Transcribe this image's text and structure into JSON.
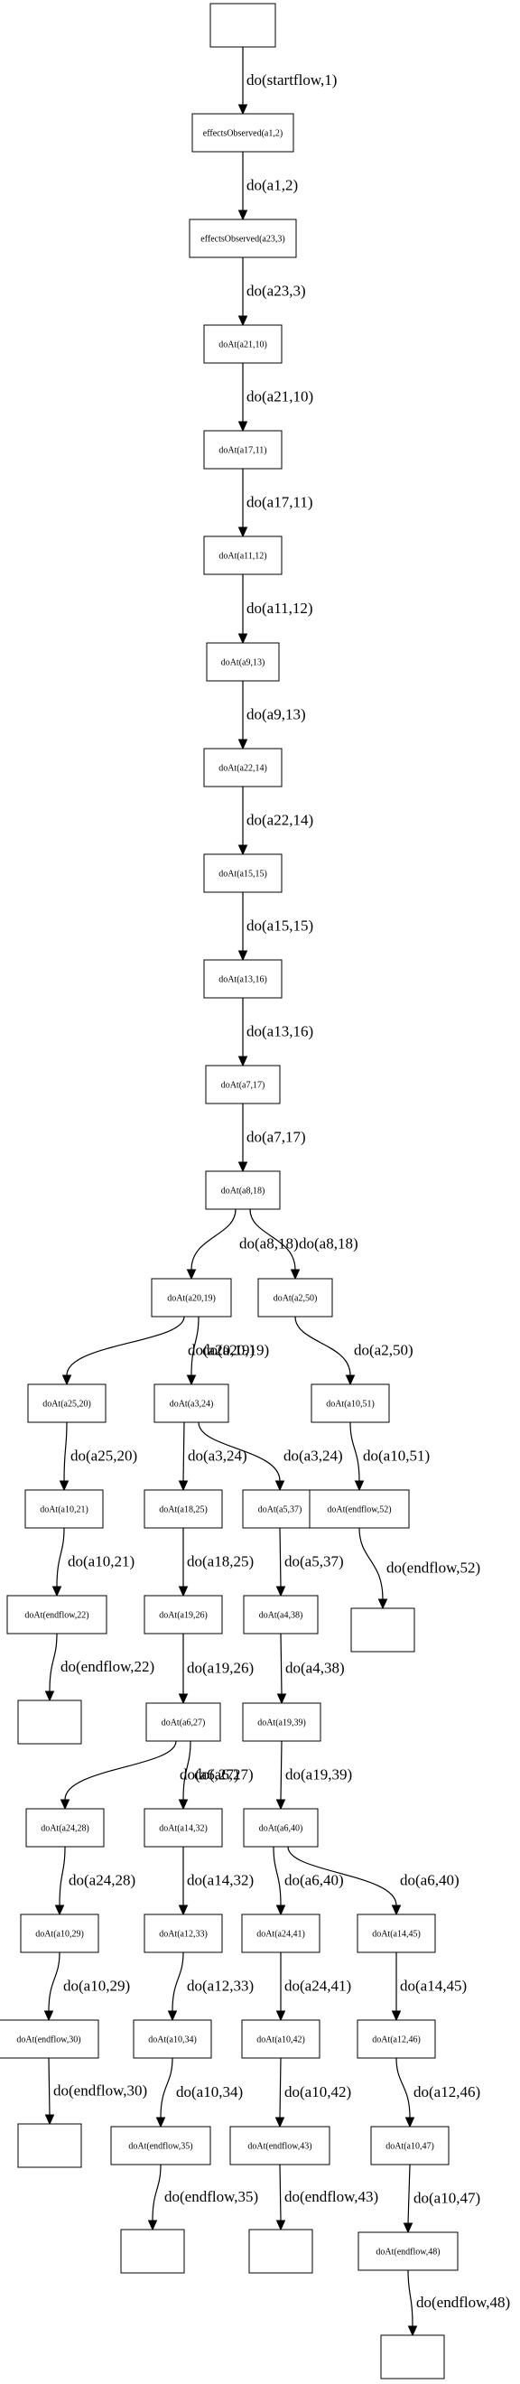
{
  "graph": {
    "colors": {
      "stroke": "#000000",
      "fill": "#ffffff",
      "text": "#000000"
    },
    "nodes": [
      {
        "id": "start",
        "label": ""
      },
      {
        "id": "eo1",
        "label": "effectsObserved(a1,2)"
      },
      {
        "id": "eo2",
        "label": "effectsObserved(a23,3)"
      },
      {
        "id": "n10",
        "label": "doAt(a21,10)"
      },
      {
        "id": "n11",
        "label": "doAt(a17,11)"
      },
      {
        "id": "n12",
        "label": "doAt(a11,12)"
      },
      {
        "id": "n13",
        "label": "doAt(a9,13)"
      },
      {
        "id": "n14",
        "label": "doAt(a22,14)"
      },
      {
        "id": "n15",
        "label": "doAt(a15,15)"
      },
      {
        "id": "n16",
        "label": "doAt(a13,16)"
      },
      {
        "id": "n17",
        "label": "doAt(a7,17)"
      },
      {
        "id": "n18",
        "label": "doAt(a8,18)"
      },
      {
        "id": "n19",
        "label": "doAt(a20,19)"
      },
      {
        "id": "n50",
        "label": "doAt(a2,50)"
      },
      {
        "id": "n20",
        "label": "doAt(a25,20)"
      },
      {
        "id": "n24",
        "label": "doAt(a3,24)"
      },
      {
        "id": "n51",
        "label": "doAt(a10,51)"
      },
      {
        "id": "n21",
        "label": "doAt(a10,21)"
      },
      {
        "id": "n25",
        "label": "doAt(a18,25)"
      },
      {
        "id": "n37",
        "label": "doAt(a5,37)"
      },
      {
        "id": "n52",
        "label": "doAt(endflow,52)"
      },
      {
        "id": "n22",
        "label": "doAt(endflow,22)"
      },
      {
        "id": "n26",
        "label": "doAt(a19,26)"
      },
      {
        "id": "n38",
        "label": "doAt(a4,38)"
      },
      {
        "id": "e52",
        "label": ""
      },
      {
        "id": "e22",
        "label": ""
      },
      {
        "id": "n27",
        "label": "doAt(a6,27)"
      },
      {
        "id": "n39",
        "label": "doAt(a19,39)"
      },
      {
        "id": "n28",
        "label": "doAt(a24,28)"
      },
      {
        "id": "n32",
        "label": "doAt(a14,32)"
      },
      {
        "id": "n40",
        "label": "doAt(a6,40)"
      },
      {
        "id": "n29",
        "label": "doAt(a10,29)"
      },
      {
        "id": "n33",
        "label": "doAt(a12,33)"
      },
      {
        "id": "n41",
        "label": "doAt(a24,41)"
      },
      {
        "id": "n45",
        "label": "doAt(a14,45)"
      },
      {
        "id": "n30",
        "label": "doAt(endflow,30)"
      },
      {
        "id": "n34",
        "label": "doAt(a10,34)"
      },
      {
        "id": "n42",
        "label": "doAt(a10,42)"
      },
      {
        "id": "n46",
        "label": "doAt(a12,46)"
      },
      {
        "id": "e30",
        "label": ""
      },
      {
        "id": "n35",
        "label": "doAt(endflow,35)"
      },
      {
        "id": "n43",
        "label": "doAt(endflow,43)"
      },
      {
        "id": "n47",
        "label": "doAt(a10,47)"
      },
      {
        "id": "e35",
        "label": ""
      },
      {
        "id": "e43",
        "label": ""
      },
      {
        "id": "n48",
        "label": "doAt(endflow,48)"
      },
      {
        "id": "e48",
        "label": ""
      }
    ],
    "edges": [
      {
        "from": "start",
        "to": "eo1",
        "label": "do(startflow,1)"
      },
      {
        "from": "eo1",
        "to": "eo2",
        "label": "do(a1,2)"
      },
      {
        "from": "eo2",
        "to": "n10",
        "label": "do(a23,3)"
      },
      {
        "from": "n10",
        "to": "n11",
        "label": "do(a21,10)"
      },
      {
        "from": "n11",
        "to": "n12",
        "label": "do(a17,11)"
      },
      {
        "from": "n12",
        "to": "n13",
        "label": "do(a11,12)"
      },
      {
        "from": "n13",
        "to": "n14",
        "label": "do(a9,13)"
      },
      {
        "from": "n14",
        "to": "n15",
        "label": "do(a22,14)"
      },
      {
        "from": "n15",
        "to": "n16",
        "label": "do(a15,15)"
      },
      {
        "from": "n16",
        "to": "n17",
        "label": "do(a13,16)"
      },
      {
        "from": "n17",
        "to": "n18",
        "label": "do(a7,17)"
      },
      {
        "from": "n18",
        "to": "n19",
        "label": "do(a8,18)"
      },
      {
        "from": "n18",
        "to": "n50",
        "label": "do(a8,18)"
      },
      {
        "from": "n19",
        "to": "n20",
        "label": "do(a20,19)"
      },
      {
        "from": "n19",
        "to": "n24",
        "label": "do(a20,19)"
      },
      {
        "from": "n50",
        "to": "n51",
        "label": "do(a2,50)"
      },
      {
        "from": "n20",
        "to": "n21",
        "label": "do(a25,20)"
      },
      {
        "from": "n24",
        "to": "n25",
        "label": "do(a3,24)"
      },
      {
        "from": "n24",
        "to": "n37",
        "label": "do(a3,24)"
      },
      {
        "from": "n51",
        "to": "n52",
        "label": "do(a10,51)"
      },
      {
        "from": "n21",
        "to": "n22",
        "label": "do(a10,21)"
      },
      {
        "from": "n25",
        "to": "n26",
        "label": "do(a18,25)"
      },
      {
        "from": "n37",
        "to": "n38",
        "label": "do(a5,37)"
      },
      {
        "from": "n52",
        "to": "e52",
        "label": "do(endflow,52)"
      },
      {
        "from": "n22",
        "to": "e22",
        "label": "do(endflow,22)"
      },
      {
        "from": "n26",
        "to": "n27",
        "label": "do(a19,26)"
      },
      {
        "from": "n38",
        "to": "n39",
        "label": "do(a4,38)"
      },
      {
        "from": "n27",
        "to": "n28",
        "label": "do(a6,27)"
      },
      {
        "from": "n27",
        "to": "n32",
        "label": "do(a6,27)"
      },
      {
        "from": "n39",
        "to": "n40",
        "label": "do(a19,39)"
      },
      {
        "from": "n28",
        "to": "n29",
        "label": "do(a24,28)"
      },
      {
        "from": "n32",
        "to": "n33",
        "label": "do(a14,32)"
      },
      {
        "from": "n40",
        "to": "n41",
        "label": "do(a6,40)"
      },
      {
        "from": "n40",
        "to": "n45",
        "label": "do(a6,40)"
      },
      {
        "from": "n29",
        "to": "n30",
        "label": "do(a10,29)"
      },
      {
        "from": "n33",
        "to": "n34",
        "label": "do(a12,33)"
      },
      {
        "from": "n41",
        "to": "n42",
        "label": "do(a24,41)"
      },
      {
        "from": "n45",
        "to": "n46",
        "label": "do(a14,45)"
      },
      {
        "from": "n30",
        "to": "e30",
        "label": "do(endflow,30)"
      },
      {
        "from": "n34",
        "to": "n35",
        "label": "do(a10,34)"
      },
      {
        "from": "n42",
        "to": "n43",
        "label": "do(a10,42)"
      },
      {
        "from": "n46",
        "to": "n47",
        "label": "do(a12,46)"
      },
      {
        "from": "n35",
        "to": "e35",
        "label": "do(endflow,35)"
      },
      {
        "from": "n43",
        "to": "e43",
        "label": "do(endflow,43)"
      },
      {
        "from": "n47",
        "to": "n48",
        "label": "do(a10,47)"
      },
      {
        "from": "n48",
        "to": "e48",
        "label": "do(endflow,48)"
      }
    ]
  }
}
